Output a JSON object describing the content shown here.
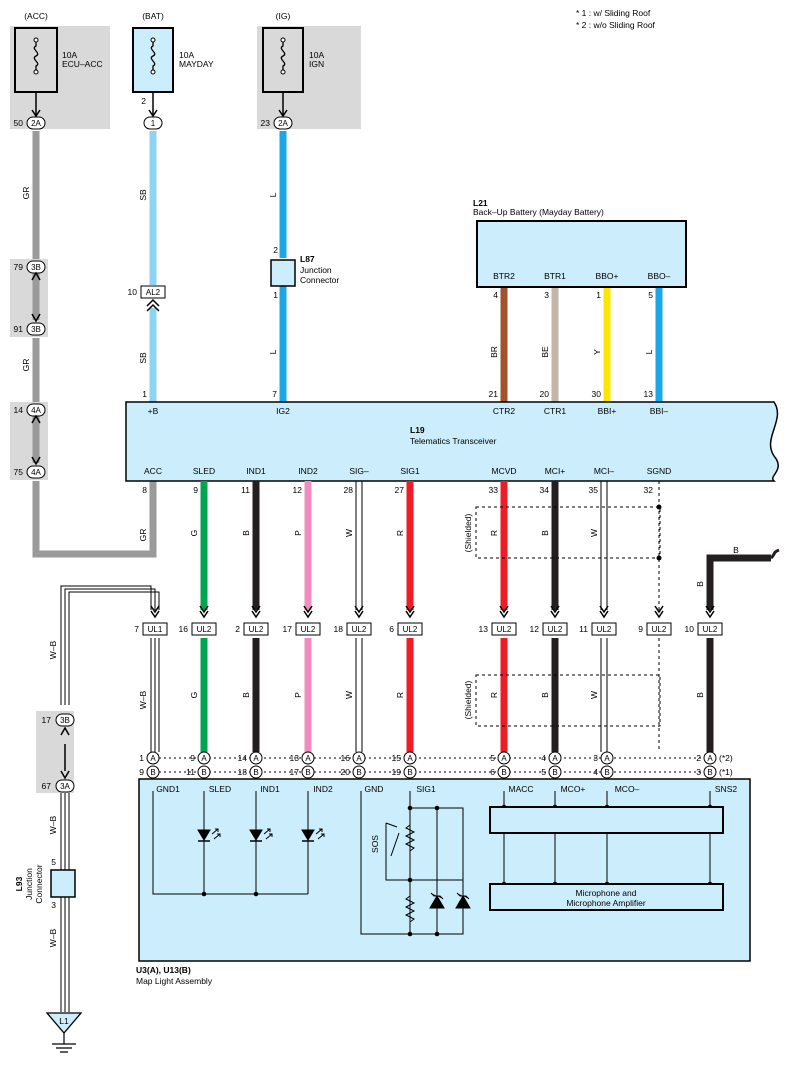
{
  "notes": [
    "* 1 : w/ Sliding Roof",
    "* 2 : w/o Sliding Roof"
  ],
  "fuses": {
    "acc": {
      "source": "(ACC)",
      "rating": "10A",
      "name": "ECU–ACC"
    },
    "bat": {
      "source": "(BAT)",
      "rating": "10A",
      "name": "MAYDAY"
    },
    "ig": {
      "source": "(IG)",
      "rating": "10A",
      "name": "IGN"
    }
  },
  "connectors": {
    "acc_fuse": {
      "pin": "50",
      "conn": "2A"
    },
    "bat_fuse": {
      "pin": "1",
      "above": "2"
    },
    "ig_fuse": {
      "pin": "23",
      "conn": "2A"
    },
    "j3b_top": {
      "pin": "79",
      "conn": "3B"
    },
    "j3b_bot": {
      "pin": "91",
      "conn": "3B"
    },
    "j4a_top": {
      "pin": "14",
      "conn": "4A"
    },
    "j4a_bot": {
      "pin": "75",
      "conn": "4A"
    },
    "al2": {
      "pin": "10",
      "conn": "AL2"
    },
    "l3b": {
      "pin": "17",
      "conn": "3B"
    },
    "l3a": {
      "pin": "67",
      "conn": "3A"
    }
  },
  "wire_colors": {
    "gr": "GR",
    "sb": "SB",
    "l": "L",
    "br": "BR",
    "be": "BE",
    "y": "Y",
    "g": "G",
    "b": "B",
    "p": "P",
    "w": "W",
    "r": "R",
    "wb": "W–B"
  },
  "colors": {
    "gray_wire": "#9a9a9a",
    "sb_wire": "#8ed3f2",
    "l_wire": "#1ba6e8",
    "br_wire": "#a0522d",
    "be_wire": "#c3b6a6",
    "y_wire": "#ffe600",
    "g_wire": "#00a551",
    "b_wire": "#231f20",
    "p_wire": "#f08cbf",
    "r_wire": "#ee1c25",
    "box_fill": "#cceefc",
    "shade": "#d9d9d9"
  },
  "junction_l87": {
    "id": "L87",
    "name": "Junction Connector",
    "line1": "Junction",
    "line2": "Connector",
    "pin_top": "2",
    "pin_bot": "1"
  },
  "backup_battery": {
    "id": "L21",
    "name": "Back–Up Battery (Mayday Battery)",
    "pins": [
      {
        "label": "BTR2",
        "num": "4"
      },
      {
        "label": "BTR1",
        "num": "3"
      },
      {
        "label": "BBO+",
        "num": "1"
      },
      {
        "label": "BBO–",
        "num": "5"
      }
    ]
  },
  "transceiver": {
    "id": "L19",
    "name": "Telematics Transceiver",
    "top_pins": [
      {
        "label": "+B",
        "num": "1"
      },
      {
        "label": "IG2",
        "num": "7"
      },
      {
        "label": "CTR2",
        "num": "21"
      },
      {
        "label": "CTR1",
        "num": "20"
      },
      {
        "label": "BBI+",
        "num": "30"
      },
      {
        "label": "BBI–",
        "num": "13"
      }
    ],
    "bottom_pins": [
      {
        "label": "ACC",
        "num": "8"
      },
      {
        "label": "SLED",
        "num": "9"
      },
      {
        "label": "IND1",
        "num": "11"
      },
      {
        "label": "IND2",
        "num": "12"
      },
      {
        "label": "SIG–",
        "num": "28"
      },
      {
        "label": "SIG1",
        "num": "27"
      },
      {
        "label": "MCVD",
        "num": "33"
      },
      {
        "label": "MCI+",
        "num": "34"
      },
      {
        "label": "MCI–",
        "num": "35"
      },
      {
        "label": "SGND",
        "num": "32"
      }
    ]
  },
  "shielded": "(Shielded)",
  "ul_connectors": [
    {
      "pin": "7",
      "conn": "UL1"
    },
    {
      "pin": "16",
      "conn": "UL2"
    },
    {
      "pin": "2",
      "conn": "UL2"
    },
    {
      "pin": "17",
      "conn": "UL2"
    },
    {
      "pin": "18",
      "conn": "UL2"
    },
    {
      "pin": "6",
      "conn": "UL2"
    },
    {
      "pin": "13",
      "conn": "UL2"
    },
    {
      "pin": "12",
      "conn": "UL2"
    },
    {
      "pin": "11",
      "conn": "UL2"
    },
    {
      "pin": "9",
      "conn": "UL2"
    },
    {
      "pin": "10",
      "conn": "UL2"
    }
  ],
  "map_light_pins": {
    "row_a": [
      "1",
      "9",
      "14",
      "13",
      "16",
      "15",
      "5",
      "4",
      "3",
      "2"
    ],
    "row_b": [
      "9",
      "11",
      "18",
      "17",
      "20",
      "19",
      "6",
      "5",
      "4",
      "3"
    ],
    "letter_a": "A",
    "letter_b": "B",
    "note_a": "(*2)",
    "note_b": "(*1)"
  },
  "map_light": {
    "id": "U3(A), U13(B)",
    "name": "Map Light Assembly",
    "labels": [
      "GND1",
      "SLED",
      "IND1",
      "IND2",
      "GND",
      "SIG1",
      "MACC",
      "MCO+",
      "MCO–",
      "SNS2"
    ],
    "sos": "SOS",
    "mic_line1": "Microphone and",
    "mic_line2": "Microphone Amplifier"
  },
  "junction_l93": {
    "id": "L93",
    "line1": "Junction",
    "line2": "Connector",
    "pin_top": "5",
    "pin_bot": "3"
  },
  "ground": {
    "id": "L1"
  }
}
